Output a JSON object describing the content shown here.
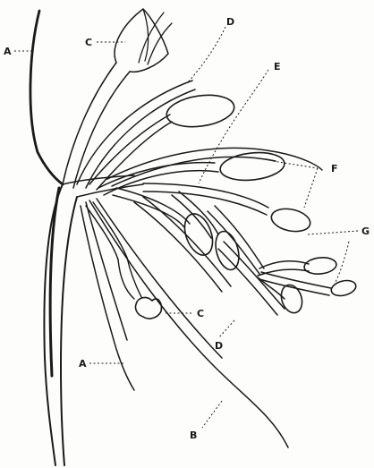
{
  "labels": {
    "A_top": "A",
    "A_bottom": "A",
    "B": "B",
    "C_top": "C",
    "C_bottom": "C",
    "D_top": "D",
    "D_bottom": "D",
    "E": "E",
    "F": "F",
    "G": "G"
  },
  "colors": {
    "ink": "#1a1a1a",
    "paper": "#fdfdfb"
  }
}
